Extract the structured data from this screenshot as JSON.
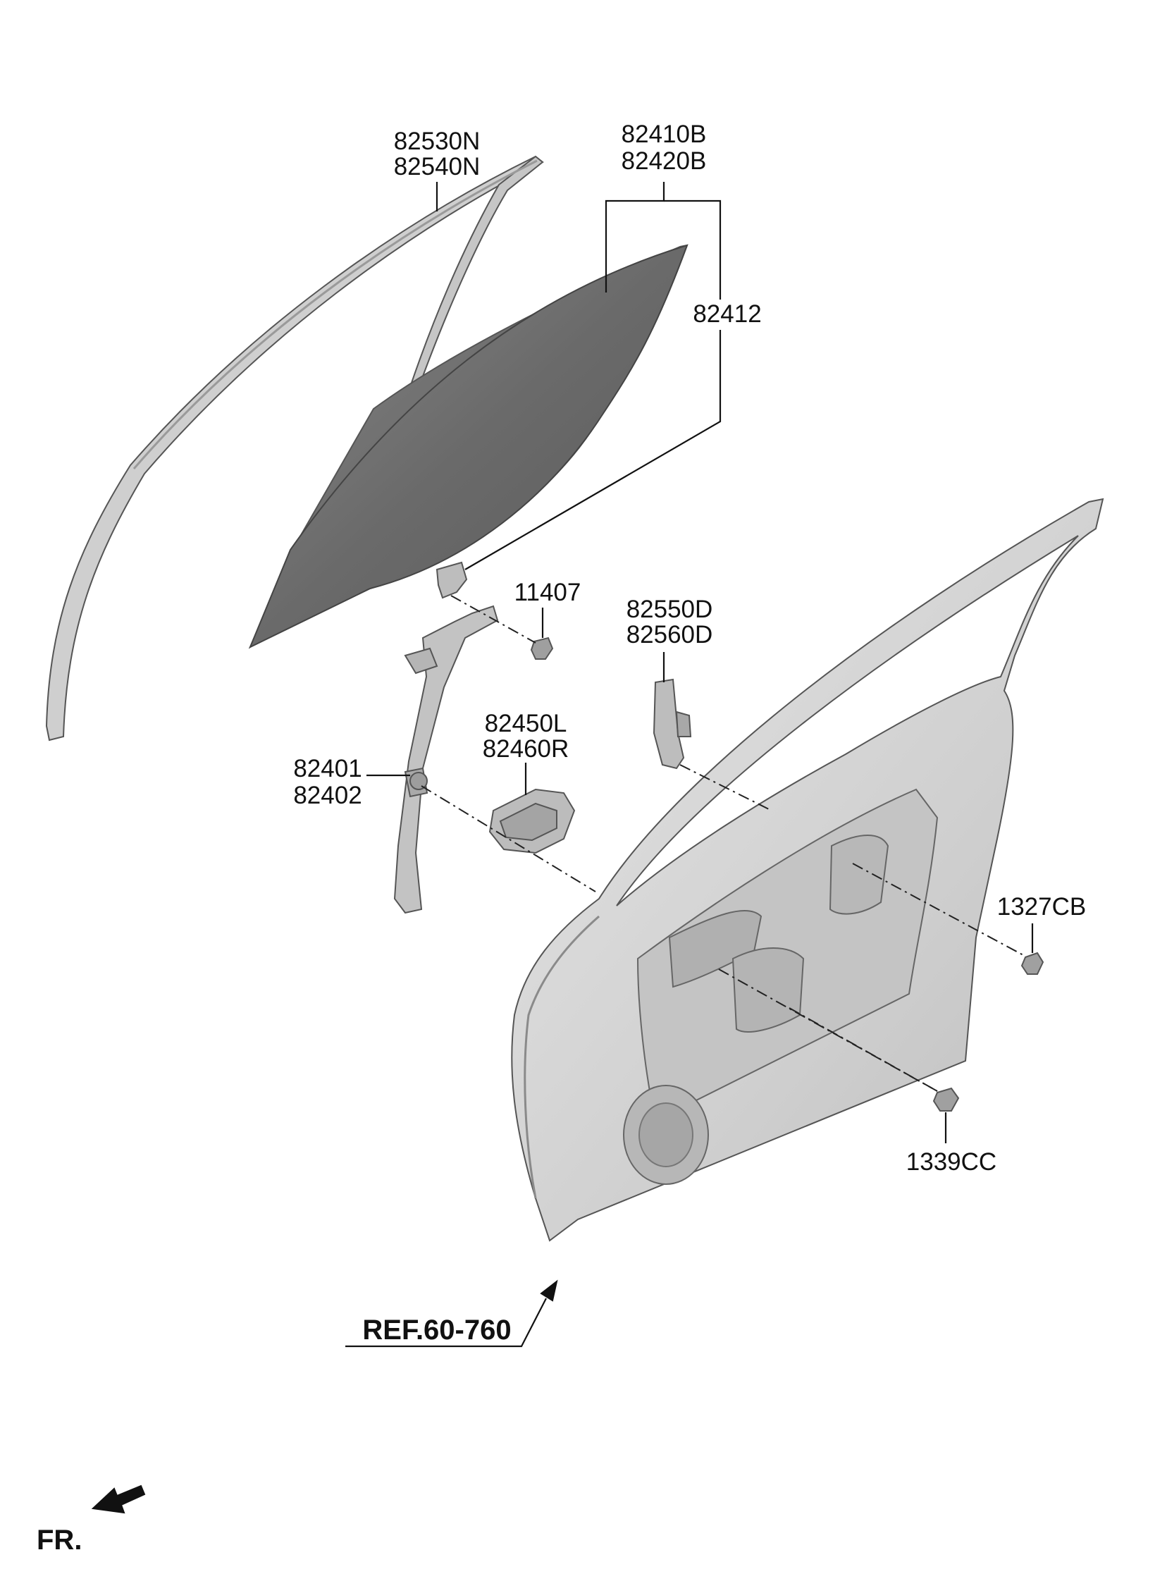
{
  "labels": {
    "run_channel_a": "82530N",
    "run_channel_b": "82540N",
    "glass_a": "82410B",
    "glass_b": "82420B",
    "glass_holder": "82412",
    "bolt": "11407",
    "regulator_a": "82401",
    "regulator_b": "82402",
    "motor_a": "82450L",
    "motor_b": "82460R",
    "guide_a": "82550D",
    "guide_b": "82560D",
    "bolt_right": "1327CB",
    "nut_bottom": "1339CC",
    "reference": "REF.60-760",
    "front_indicator": "FR."
  },
  "colors": {
    "glass_fill": "#6e6e6e",
    "panel_fill": "#d6d6d6",
    "part_fill": "#bdbdbd",
    "line": "#111111"
  }
}
